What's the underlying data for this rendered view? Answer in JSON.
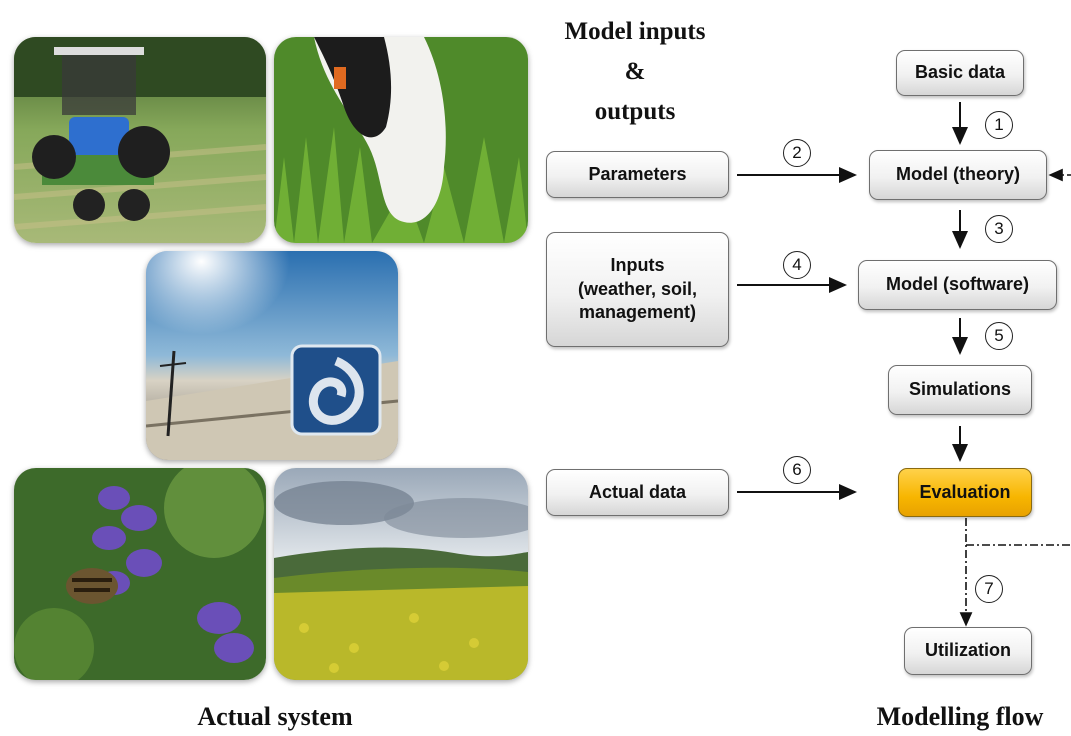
{
  "headings": {
    "model_io_line1": "Model inputs",
    "model_io_line2": "&",
    "model_io_line3": "outputs",
    "actual_system": "Actual system",
    "modelling_flow": "Modelling flow"
  },
  "inputs": {
    "parameters": "Parameters",
    "inputs_line1": "Inputs",
    "inputs_line2": "(weather, soil,",
    "inputs_line3": "management)",
    "actual_data": "Actual data"
  },
  "flow": {
    "basic_data": "Basic data",
    "model_theory": "Model (theory)",
    "model_software": "Model (software)",
    "simulations": "Simulations",
    "evaluation": "Evaluation",
    "utilization": "Utilization"
  },
  "steps": [
    "1",
    "2",
    "3",
    "4",
    "5",
    "6",
    "7"
  ],
  "colors": {
    "evaluation_fill": "#f7b500",
    "box_border": "#6f6f6f"
  },
  "photos": [
    "tractor-field-photo",
    "cow-grazing-photo",
    "sky-weather-satellite-photo",
    "bee-on-flower-photo",
    "rapeseed-field-landscape-photo"
  ]
}
